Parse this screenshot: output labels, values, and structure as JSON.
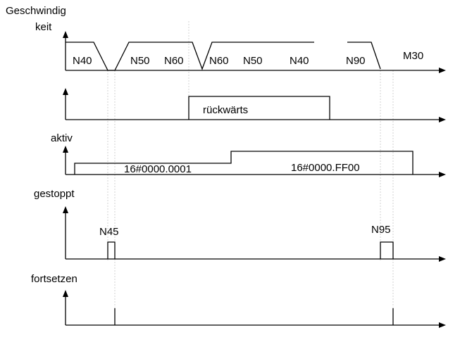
{
  "signals": {
    "speed": {
      "label_line1": "Geschwindig",
      "label_line2": "keit",
      "blocks": [
        "N40",
        "N50",
        "N60",
        "N60",
        "N50",
        "N40",
        "N90",
        "M30"
      ]
    },
    "reverse": {
      "pulse_label": "rückwärts"
    },
    "active": {
      "label": "aktiv",
      "value_low": "16#0000.0001",
      "value_high": "16#0000.FF00"
    },
    "stopped": {
      "label": "gestoppt",
      "pulse_labels": [
        "N45",
        "N95"
      ]
    },
    "resume": {
      "label": "fortsetzen"
    }
  }
}
